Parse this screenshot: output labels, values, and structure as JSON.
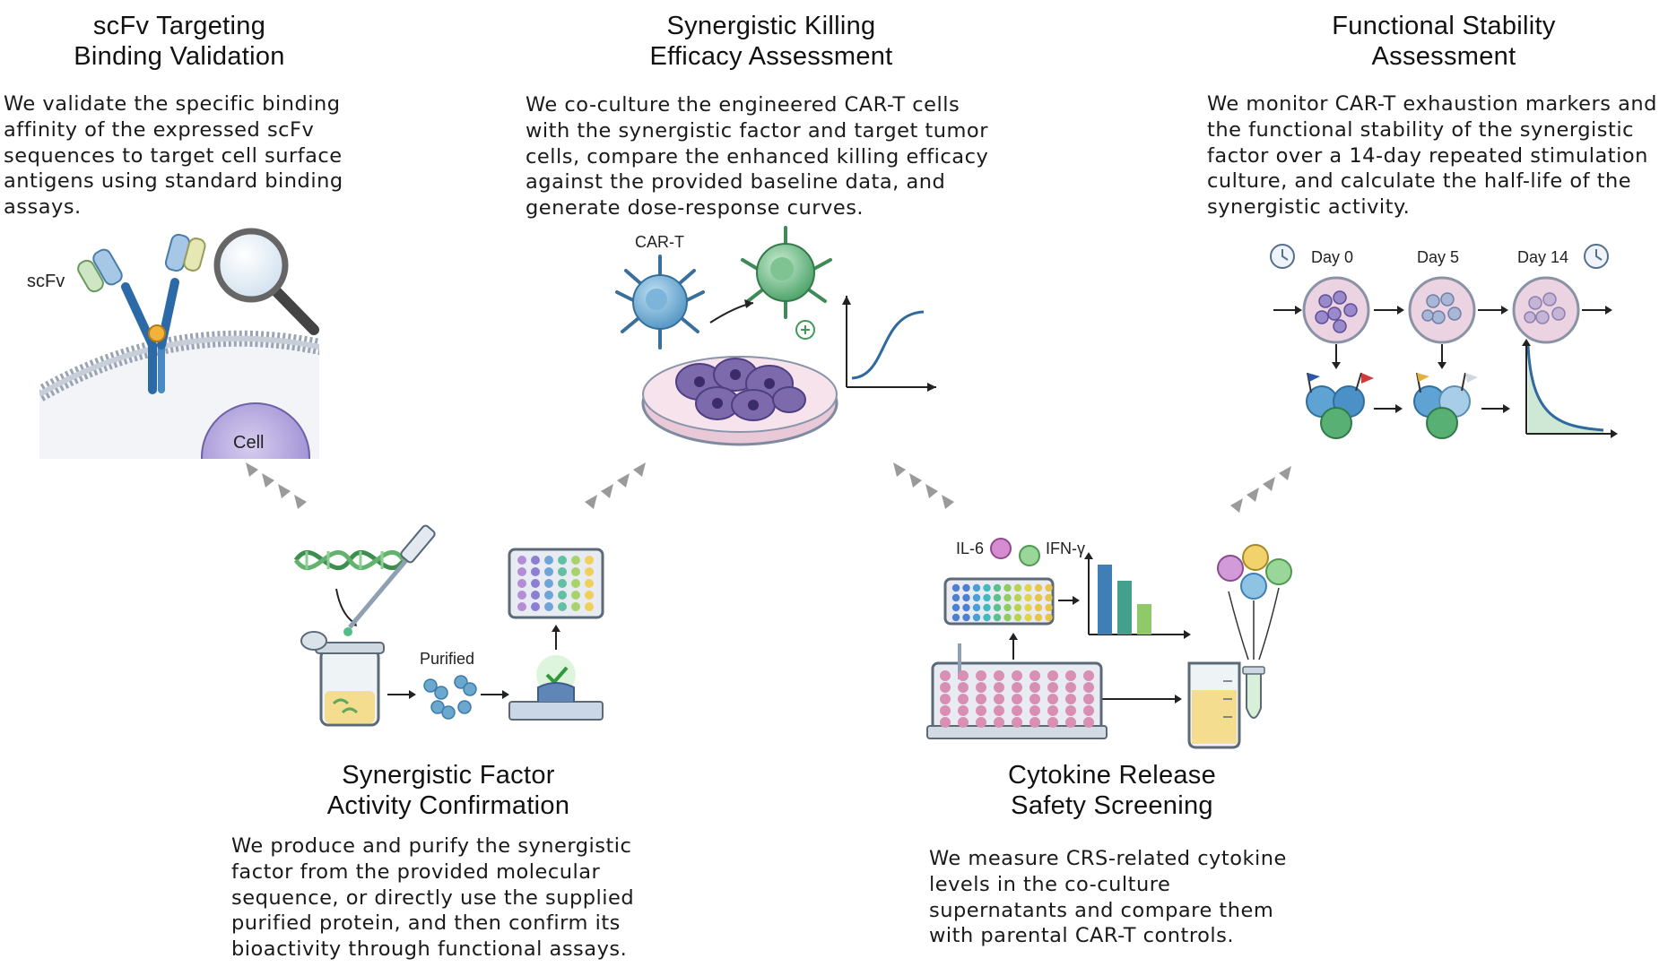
{
  "sections": {
    "scfv": {
      "title_line1": "scFv Targeting",
      "title_line2": "Binding Validation",
      "desc_lines": [
        "We validate the specific binding",
        "affinity of the expressed scFv",
        "sequences to target cell surface",
        "antigens using standard binding",
        "assays."
      ],
      "label_scfv": "scFv",
      "label_cell": "Cell"
    },
    "killing": {
      "title_line1": "Synergistic Killing",
      "title_line2": "Efficacy Assessment",
      "desc_lines": [
        "We co-culture the engineered CAR-T cells",
        "with the synergistic factor and target tumor",
        "cells, compare the enhanced killing efficacy",
        "against the provided baseline data, and",
        "generate dose-response curves."
      ],
      "label_cart": "CAR-T"
    },
    "stability": {
      "title_line1": "Functional Stability",
      "title_line2": "Assessment",
      "desc_lines": [
        "We monitor CAR-T exhaustion markers and",
        "the functional stability of the synergistic",
        "factor over a 14-day repeated stimulation",
        "culture, and calculate the half-life of the",
        "synergistic activity."
      ],
      "day_labels": [
        "Day 0",
        "Day 5",
        "Day 14"
      ]
    },
    "factor": {
      "title_line1": "Synergistic Factor",
      "title_line2": "Activity Confirmation",
      "desc_lines": [
        "We produce and purify the synergistic",
        "factor from the provided molecular",
        "sequence, or directly use the supplied",
        "purified protein, and then confirm its",
        "bioactivity through functional assays."
      ],
      "label_purified": "Purified"
    },
    "cytokine": {
      "title_line1": "Cytokine Release",
      "title_line2": "Safety Screening",
      "desc_lines": [
        "We measure CRS-related cytokine",
        "levels in the co-culture",
        "supernatants and compare them",
        "with parental CAR-T controls."
      ],
      "label_il6": "IL-6",
      "label_ifng": "IFN-γ"
    }
  },
  "colors": {
    "blue": "#3f7fb5",
    "green": "#4fa36a",
    "purple": "#8b79c4",
    "chevron": "#9a9a9a"
  }
}
